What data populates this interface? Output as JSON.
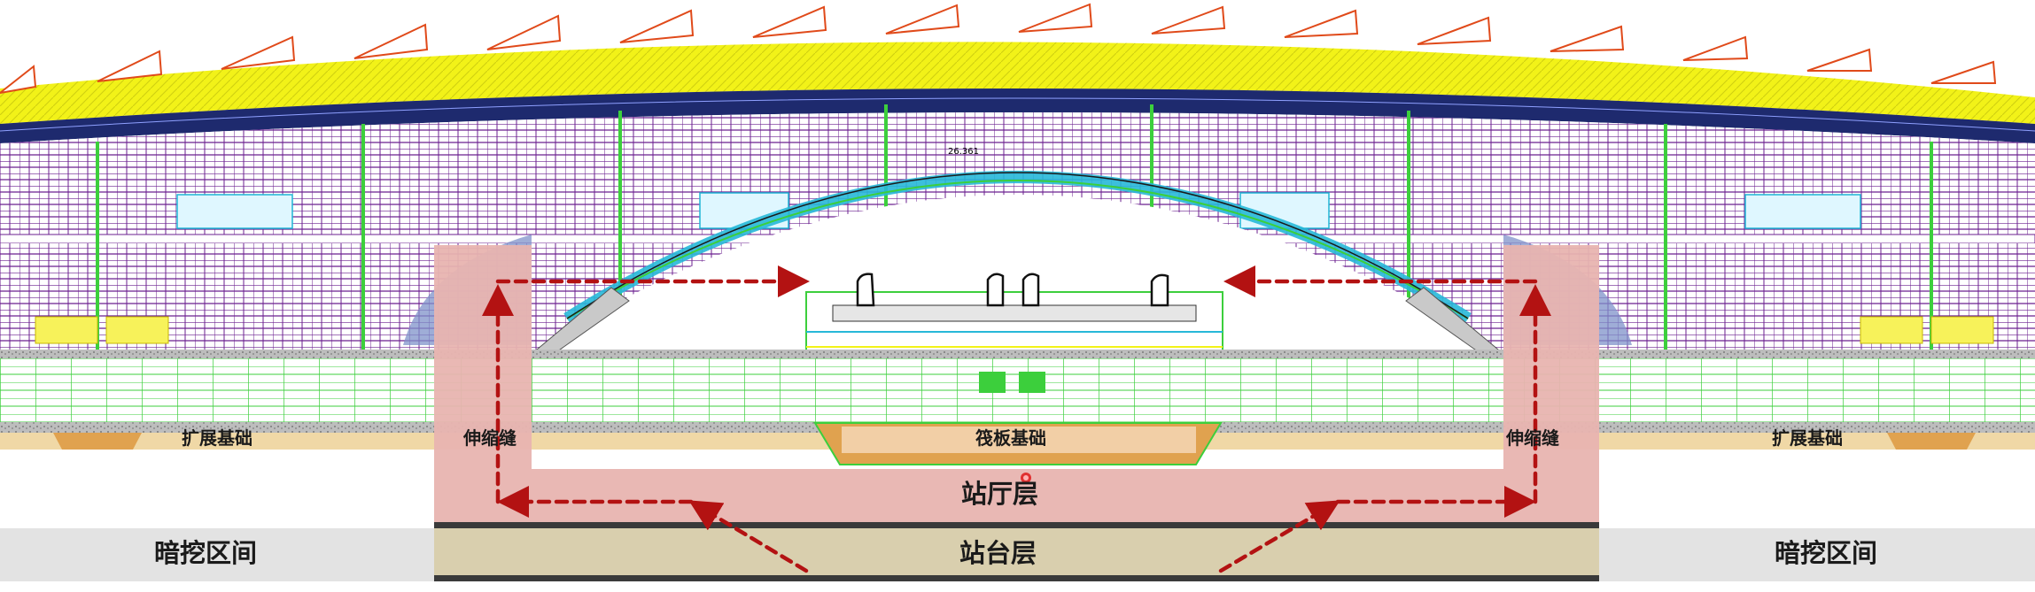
{
  "labels": {
    "expansion_foundation": "扩展基础",
    "expansion_joint": "伸缩缝",
    "raft_foundation": "筏板基础",
    "concourse_level": "站厅层",
    "platform_level": "站台层",
    "mined_tunnel_section": "暗挖区间",
    "arch_elevation": "26.361"
  },
  "colors": {
    "roof_yellow": "#f2f218",
    "roof_navy": "#1e2a6e",
    "facade_purple": "#6b1f8f",
    "frame_green": "#3ccf3c",
    "arch_cyan": "#27b8d8",
    "concourse_pink": "#e8b4b0",
    "platform_tan": "#d9cfae",
    "tunnel_gray": "#e3e3e3",
    "arrow_red": "#b31212",
    "blue_zone": "#7f92c9",
    "foundation_orange": "#e0a24f"
  }
}
